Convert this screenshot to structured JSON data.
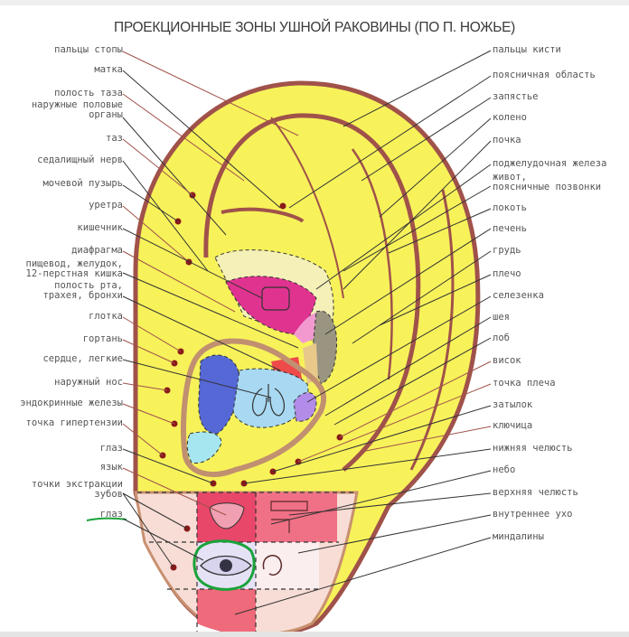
{
  "title": "ПРОЕКЦИОННЫЕ ЗОНЫ УШНОЙ РАКОВИНЫ (ПО П. НОЖЬЕ)",
  "colors": {
    "helix_fill": "#f7f25a",
    "outline": "#a0524a",
    "lobe_fill": "#f7ddd5",
    "lobe_pink": "#e8476a",
    "concha_magenta": "#e0338f",
    "concha_blue": "#5568d6",
    "concha_lightblue": "#a8d8f2",
    "highlight_circle": "#1aa33a",
    "point": "#8a1a1a"
  },
  "labels_left": [
    {
      "text": "пальцы стопы"
    },
    {
      "text": "матка"
    },
    {
      "text": "полость таза"
    },
    {
      "text": "наружные половые\nорганы"
    },
    {
      "text": "таз"
    },
    {
      "text": "седалищный нерв"
    },
    {
      "text": "мочевой пузырь"
    },
    {
      "text": "уретра"
    },
    {
      "text": "кишечник"
    },
    {
      "text": "диафрагма"
    },
    {
      "text": "пищевод, желудок,\n12-перстная кишка"
    },
    {
      "text": "полость рта,\nтрахея, бронхи"
    },
    {
      "text": "глотка"
    },
    {
      "text": "гортань"
    },
    {
      "text": "сердце, легкие"
    },
    {
      "text": "наружный нос"
    },
    {
      "text": "эндокринные железы"
    },
    {
      "text": "точка гипертензии"
    },
    {
      "text": "глаз"
    },
    {
      "text": "язык"
    },
    {
      "text": "точки экстракции\nзубов"
    },
    {
      "text": "глаз"
    }
  ],
  "labels_right": [
    {
      "text": "пальцы кисти"
    },
    {
      "text": "поясничная область"
    },
    {
      "text": "запястье"
    },
    {
      "text": "колено"
    },
    {
      "text": "почка"
    },
    {
      "text": "поджелудочная железа"
    },
    {
      "text": "живот,\nпоясничные позвонки"
    },
    {
      "text": "локоть"
    },
    {
      "text": "печень"
    },
    {
      "text": "грудь"
    },
    {
      "text": "плечо"
    },
    {
      "text": "селезенка"
    },
    {
      "text": "шея"
    },
    {
      "text": "лоб"
    },
    {
      "text": "висок"
    },
    {
      "text": "точка плеча"
    },
    {
      "text": "затылок"
    },
    {
      "text": "ключица"
    },
    {
      "text": "нижняя челюсть"
    },
    {
      "text": "небо"
    },
    {
      "text": "верхняя челюсть"
    },
    {
      "text": "внутреннее ухо"
    },
    {
      "text": "миндалины"
    }
  ]
}
